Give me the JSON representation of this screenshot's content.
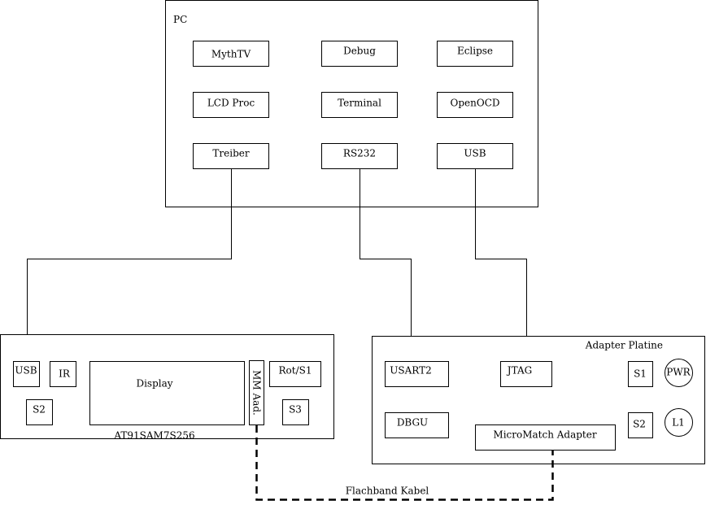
{
  "pc": {
    "title": "PC",
    "row1": [
      "MythTV",
      "Debug",
      "Eclipse"
    ],
    "row2": [
      "LCD Proc",
      "Terminal",
      "OpenOCD"
    ],
    "row3": [
      "Treiber",
      "RS232",
      "USB"
    ]
  },
  "board": {
    "title": "AT91SAM7S256",
    "usb": "USB",
    "ir": "IR",
    "display": "Display",
    "s2": "S2",
    "mm": "MM Aad.",
    "rot": "Rot/S1",
    "s3": "S3"
  },
  "adapter": {
    "title": "Adapter Platine",
    "usart": "USART2",
    "jtag": "JTAG",
    "s1": "S1",
    "pwr": "PWR",
    "dbgu": "DBGU",
    "micromatch": "MicroMatch Adapter",
    "s2": "S2",
    "l1": "L1"
  },
  "cable": "Flachband Kabel"
}
